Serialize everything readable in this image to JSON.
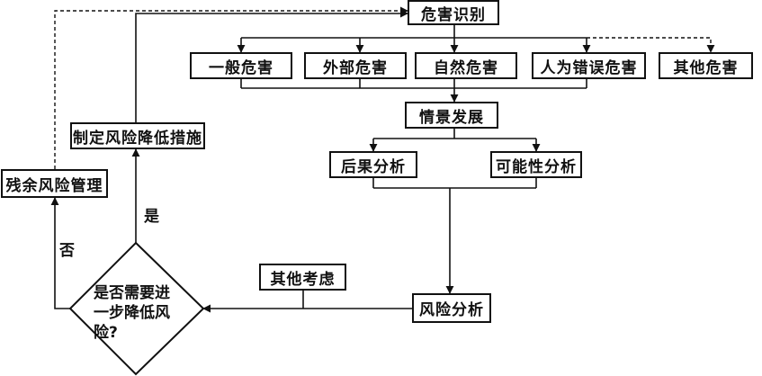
{
  "nodes": {
    "hazard_identification": "危害识别",
    "general_hazard": "一般危害",
    "external_hazard": "外部危害",
    "natural_hazard": "自然危害",
    "human_error_hazard": "人为错误危害",
    "other_hazard": "其他危害",
    "scenario_development": "情景发展",
    "consequence_analysis": "后果分析",
    "likelihood_analysis": "可能性分析",
    "risk_analysis": "风险分析",
    "other_considerations": "其他考虑",
    "risk_reduction_measures": "制定风险降低措施",
    "residual_risk_management": "残余风险管理"
  },
  "decision": {
    "line1": "是否需要进",
    "line2": "一步降低风",
    "line3": "险?"
  },
  "edge_labels": {
    "yes": "是",
    "no": "否"
  }
}
